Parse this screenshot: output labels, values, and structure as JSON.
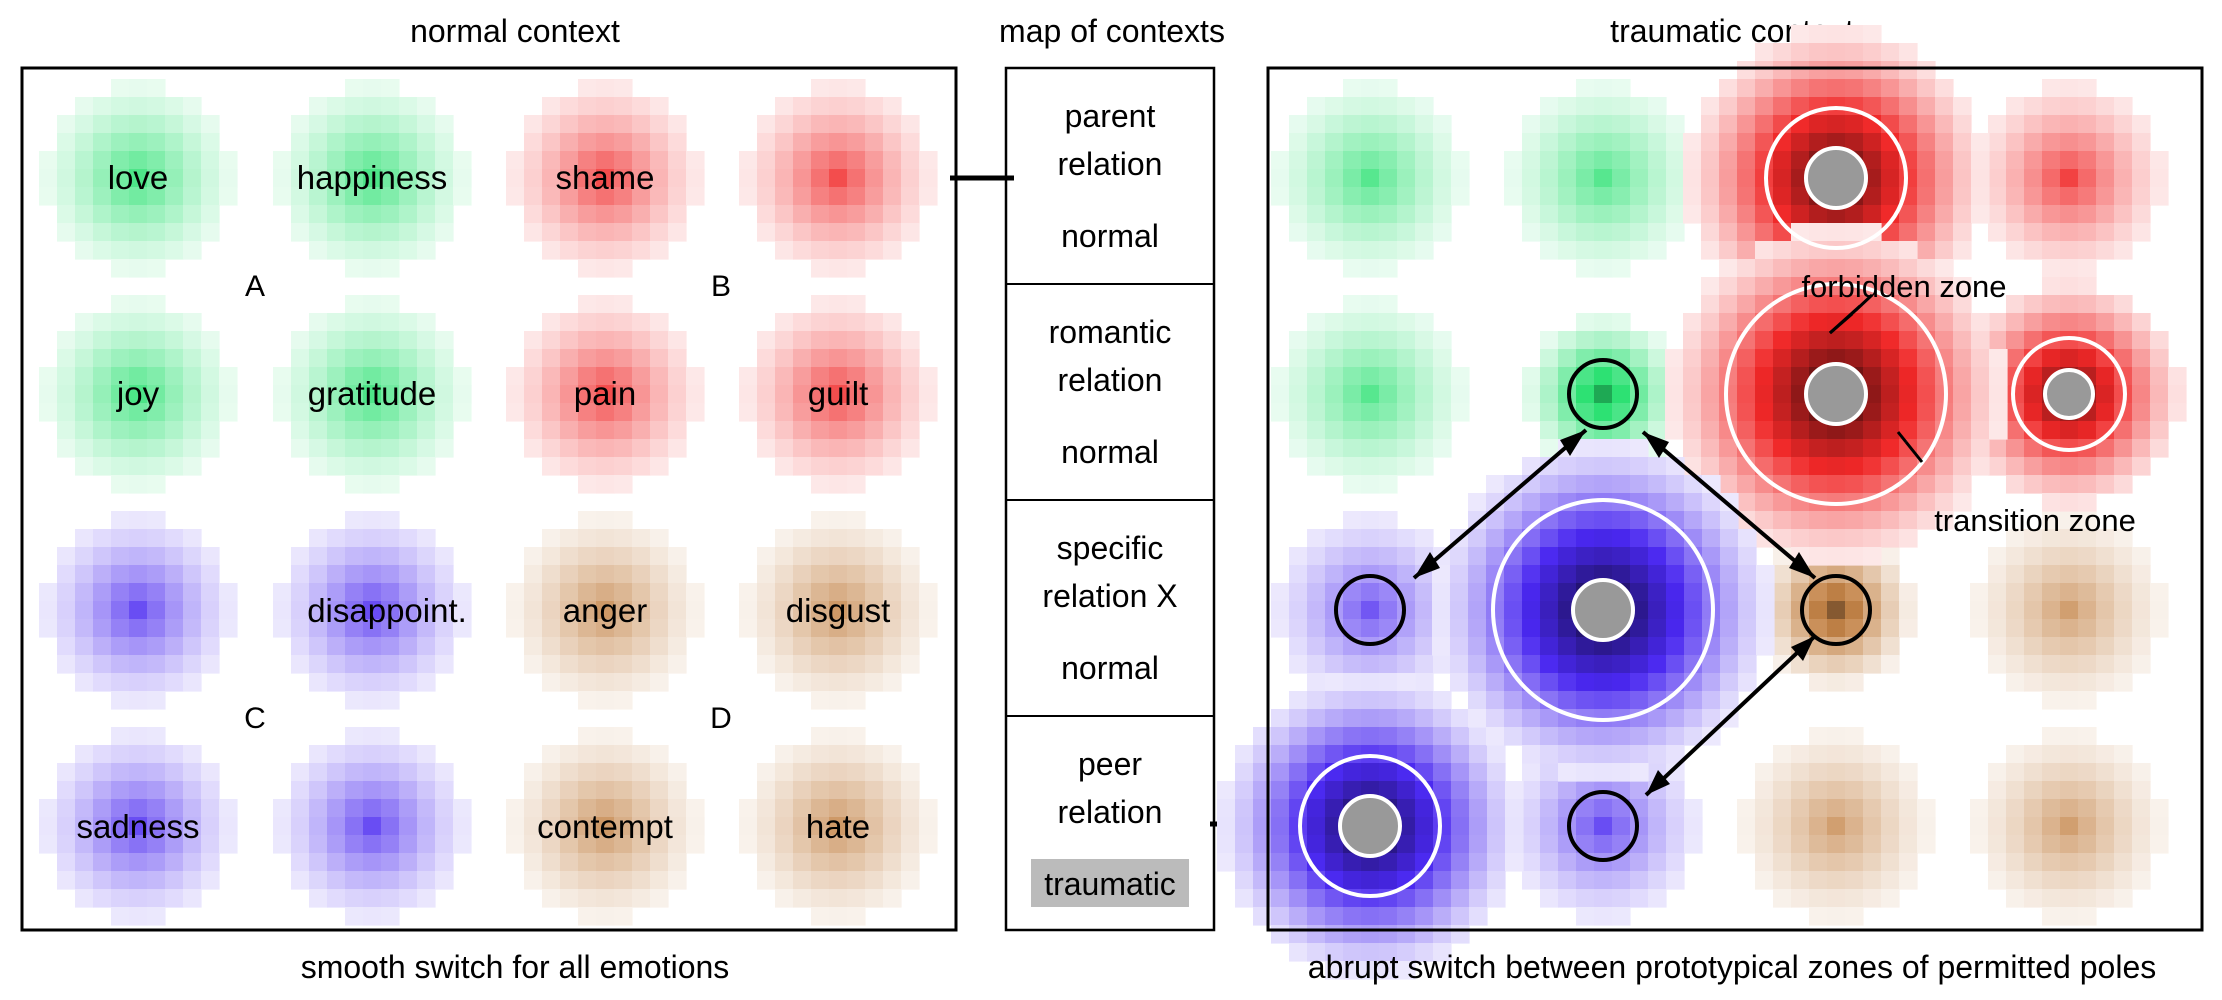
{
  "titles": {
    "left": "normal context",
    "middle": "map of contexts",
    "right": "traumatic context"
  },
  "captions": {
    "left": "smooth switch for all emotions",
    "right": "abrupt switch between prototypical zones of permitted poles"
  },
  "quadrant_labels": [
    "A",
    "B",
    "C",
    "D"
  ],
  "left_grid_labels": [
    [
      "love",
      "happiness",
      "shame",
      ""
    ],
    [
      "joy",
      "gratitude",
      "pain",
      "guilt"
    ],
    [
      "",
      "disappoint.",
      "anger",
      "disgust"
    ],
    [
      "sadness",
      "",
      "contempt",
      "hate"
    ]
  ],
  "contexts": [
    {
      "relation_line1": "parent",
      "relation_line2": "relation",
      "state": "normal",
      "highlight": false
    },
    {
      "relation_line1": "romantic",
      "relation_line2": "relation",
      "state": "normal",
      "highlight": false
    },
    {
      "relation_line1": "specific",
      "relation_line2": "relation X",
      "state": "normal",
      "highlight": false
    },
    {
      "relation_line1": "peer",
      "relation_line2": "relation",
      "state": "traumatic",
      "highlight": true
    }
  ],
  "annotations": {
    "forbidden": "forbidden zone",
    "transition": "transition zone"
  },
  "colors": {
    "green": "#28e070",
    "red": "#f02828",
    "blue": "#4a28f0",
    "tan": "#c48448",
    "forbidden_core": "#999999",
    "highlight": "#bbbbbb"
  }
}
